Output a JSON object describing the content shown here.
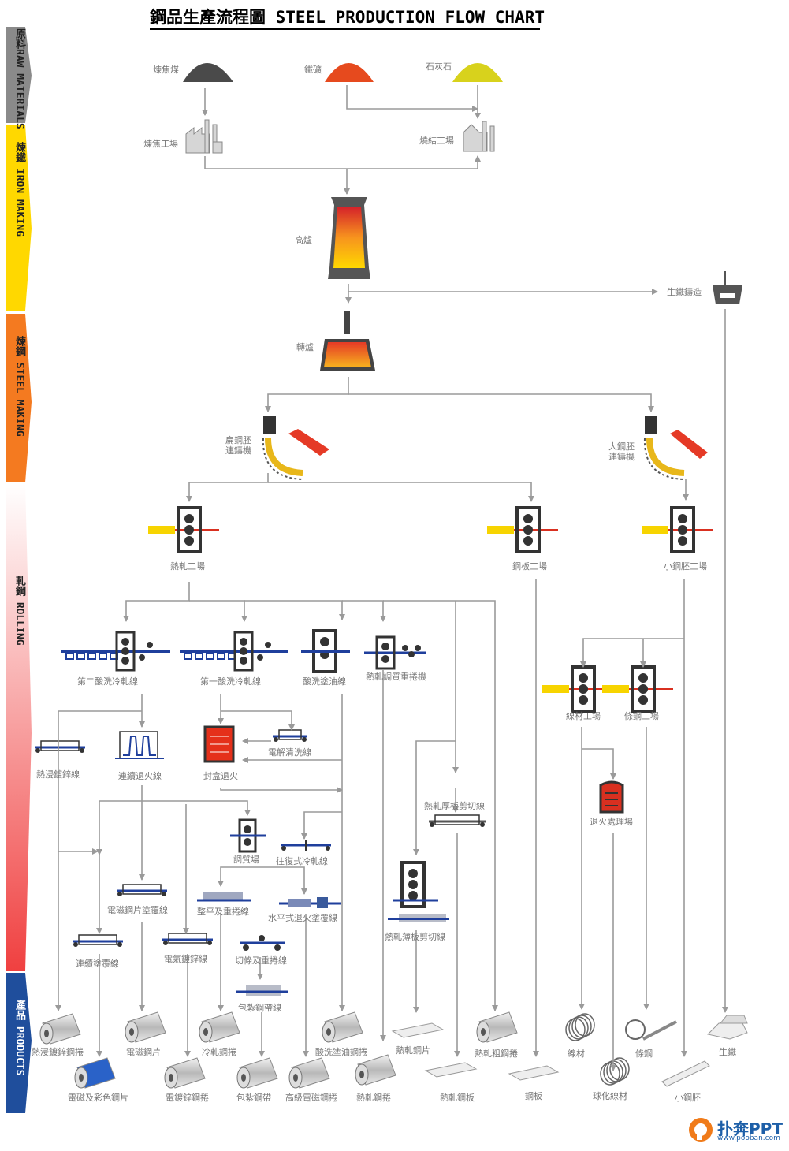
{
  "title": "鋼品生產流程圖 STEEL PRODUCTION FLOW CHART",
  "stages": [
    {
      "label": "原料RAW MATERIALS",
      "color": "#8a8a8a"
    },
    {
      "label": "煉鐵 IRON MAKING",
      "color": "#ffd800"
    },
    {
      "label": "煉鋼 STEEL MAKING",
      "color": "#f47a20"
    },
    {
      "label": "軋鋼 ROLLING",
      "color": "#e8302a"
    },
    {
      "label": "產品 PRODUCTS",
      "color": "#1f4e9c"
    }
  ],
  "nodes": {
    "coking_coal": "煉焦煤",
    "iron_ore": "鐵礦",
    "limestone": "石灰石",
    "coke_plant": "煉焦工場",
    "sinter_plant": "燒結工場",
    "blast_furnace": "高爐",
    "pig_iron_casting": "生鐵鑄造",
    "converter": "轉爐",
    "slab_caster": "扁鋼胚\n連鑄機",
    "bloom_caster": "大鋼胚\n連鑄機",
    "hot_strip_mill": "熱軋工場",
    "plate_mill": "鋼板工場",
    "billet_mill": "小鋼胚工場",
    "cold_mill_2": "第二酸洗冷軋線",
    "cold_mill_1": "第一酸洗冷軋線",
    "pickling_oiling": "酸洗塗油線",
    "hot_skin_pass": "熱軋調質重捲機",
    "wire_rod_mill": "線材工場",
    "bar_mill": "條鋼工場",
    "hot_dip_galv": "熱浸鍍鋅線",
    "cont_annealing": "連續退火線",
    "batch_annealing": "封盒退火",
    "electrolytic_cleaning": "電解清洗線",
    "heavy_plate_shear": "熱軋厚板剪切線",
    "annealing_shop": "退火處理場",
    "temper_mill": "調質場",
    "reversing_mill": "往復式冷軋線",
    "ep_coating": "電磁鋼片塗覆線",
    "leveling_recoil": "整平及重捲線",
    "horiz_anneal_coat": "水平式退火塗覆線",
    "thin_plate_shear": "熱軋薄板剪切線",
    "cont_coating": "連續塗覆線",
    "electrogalv": "電氣鍍鋅線",
    "slit_recoil": "切條及重捲線",
    "strapping": "包紮鋼帶線"
  },
  "products": {
    "hot_dip_galv_coil": "熱浸鍍鋅鋼捲",
    "electrical_steel": "電磁鋼片",
    "cold_rolled_coil": "冷軋鋼捲",
    "pickled_oiled_coil": "酸洗塗油鋼捲",
    "hot_rolled_sheet": "熱軋鋼片",
    "hot_rolled_black_coil": "熱軋粗鋼捲",
    "wire_rod": "線材",
    "bar": "條鋼",
    "pig_iron": "生鐵",
    "ep_color_sheet": "電磁及彩色鋼片",
    "electrogalv_coil": "電鍍鋅鋼捲",
    "strapping_strip": "包紮鋼帶",
    "hi_grade_electrical": "高級電磁鋼捲",
    "hot_rolled_coil": "熱軋鋼捲",
    "hot_rolled_plate": "熱軋鋼板",
    "steel_plate": "鋼板",
    "spheroidized_wire": "球化線材",
    "billet": "小鋼胚"
  },
  "watermark": {
    "name": "扑奔PPT",
    "url": "www.pooban.com"
  },
  "colors": {
    "arrow": "#9a9a9a",
    "label": "#777777",
    "blue": "#1f3f9c",
    "red": "#d93020",
    "yellow": "#f7d400"
  }
}
